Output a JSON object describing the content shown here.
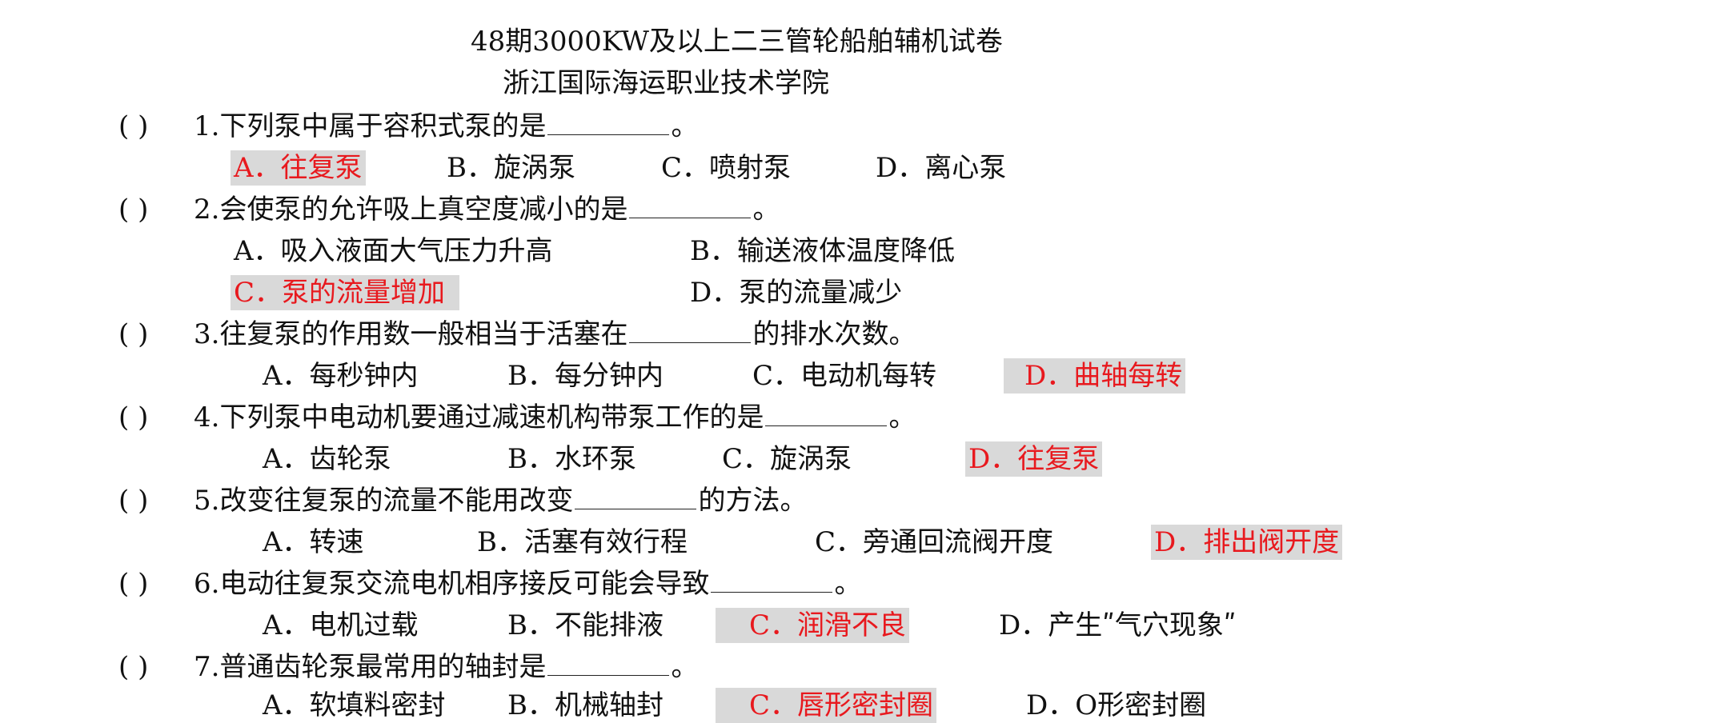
{
  "header": {
    "title": "48期3000KW及以上二三管轮船舶辅机试卷",
    "school": "浙江国际海运职业技术学院"
  },
  "colors": {
    "answer_text": "#e8191e",
    "answer_highlight": "#d9d9d9"
  },
  "questions": [
    {
      "paren": "(    )",
      "before": "1.下列泵中属于容积式泵的是",
      "after": "。",
      "options": [
        {
          "text": "A．往复泵",
          "correct": true
        },
        {
          "text": "B．旋涡泵",
          "correct": false
        },
        {
          "text": "C．喷射泵",
          "correct": false
        },
        {
          "text": "D．离心泵",
          "correct": false
        }
      ]
    },
    {
      "paren": "(    )",
      "before": "2.会使泵的允许吸上真空度减小的是",
      "after": "。",
      "options": [
        {
          "text": "A．吸入液面大气压力升高",
          "correct": false
        },
        {
          "text": "B．输送液体温度降低",
          "correct": false
        },
        {
          "text": "C．泵的流量增加",
          "correct": true
        },
        {
          "text": "D．泵的流量减少",
          "correct": false
        }
      ]
    },
    {
      "paren": "(    )",
      "before": "3.往复泵的作用数一般相当于活塞在",
      "after": "的排水次数。",
      "options": [
        {
          "text": "A．每秒钟内",
          "correct": false
        },
        {
          "text": "B．每分钟内",
          "correct": false
        },
        {
          "text": "C．电动机每转",
          "correct": false
        },
        {
          "text": "D．曲轴每转",
          "correct": true
        }
      ]
    },
    {
      "paren": "(    )",
      "before": "4.下列泵中电动机要通过减速机构带泵工作的是",
      "after": "。",
      "options": [
        {
          "text": "A．齿轮泵",
          "correct": false
        },
        {
          "text": "B．水环泵",
          "correct": false
        },
        {
          "text": "C．旋涡泵",
          "correct": false
        },
        {
          "text": "D．往复泵",
          "correct": true
        }
      ]
    },
    {
      "paren": "(    )",
      "before": "5.改变往复泵的流量不能用改变",
      "after": "的方法。",
      "options": [
        {
          "text": "A．转速",
          "correct": false
        },
        {
          "text": "B．活塞有效行程",
          "correct": false
        },
        {
          "text": "C．旁通回流阀开度",
          "correct": false
        },
        {
          "text": "D．排出阀开度",
          "correct": true
        }
      ]
    },
    {
      "paren": "(    )",
      "before": "6.电动往复泵交流电机相序接反可能会导致",
      "after": "。",
      "options": [
        {
          "text": "A．电机过载",
          "correct": false
        },
        {
          "text": "B．不能排液",
          "correct": false
        },
        {
          "text": "C．润滑不良",
          "correct": true
        },
        {
          "text": "D．产生ʺ气穴现象ʺ",
          "correct": false
        }
      ]
    },
    {
      "paren": "(    )",
      "before": "7.普通齿轮泵最常用的轴封是",
      "after": "。",
      "options": [
        {
          "text": "A．软填料密封",
          "correct": false
        },
        {
          "text": "B．机械轴封",
          "correct": false
        },
        {
          "text": "C．唇形密封圈",
          "correct": true
        },
        {
          "text": "D．O形密封圈",
          "correct": false
        }
      ]
    }
  ]
}
